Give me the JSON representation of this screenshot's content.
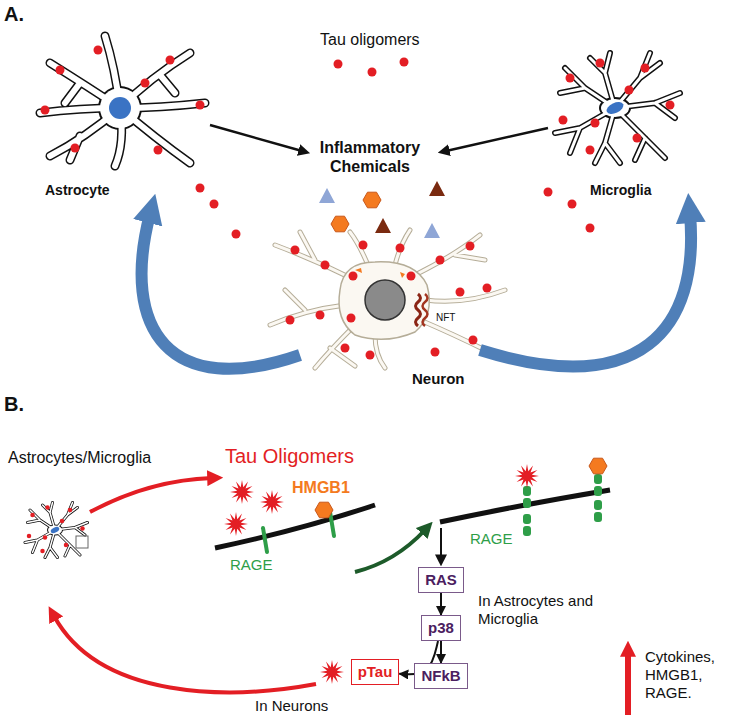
{
  "diagram": {
    "nodes": [
      {
        "text": [
          "RAS"
        ]
      },
      {
        "text": [
          "p38"
        ]
      },
      {
        "text": [
          "NFkB"
        ]
      },
      {
        "text": [
          "pTau"
        ]
      }
    ],
    "edges": [
      {
        "from": 0,
        "to": 1,
        "arrow": "to"
      },
      {
        "from": 1,
        "to": 2,
        "arrow": "to"
      },
      {
        "from": 1,
        "to": 3,
        "arrow": "to"
      }
    ],
    "labels": [
      "A.",
      "Tau oligomers",
      "Astrocyte",
      "Microglia",
      "Inflammatory Chemicals",
      "NFT",
      "Neuron",
      "B.",
      "Astrocytes/Microglia",
      "Tau Oligomers",
      "HMGB1",
      "RAGE",
      "RAGE",
      "In Astrocytes and Microglia",
      "Cytokines, HMGB1, RAGE.",
      "In Neurons"
    ]
  }
}
